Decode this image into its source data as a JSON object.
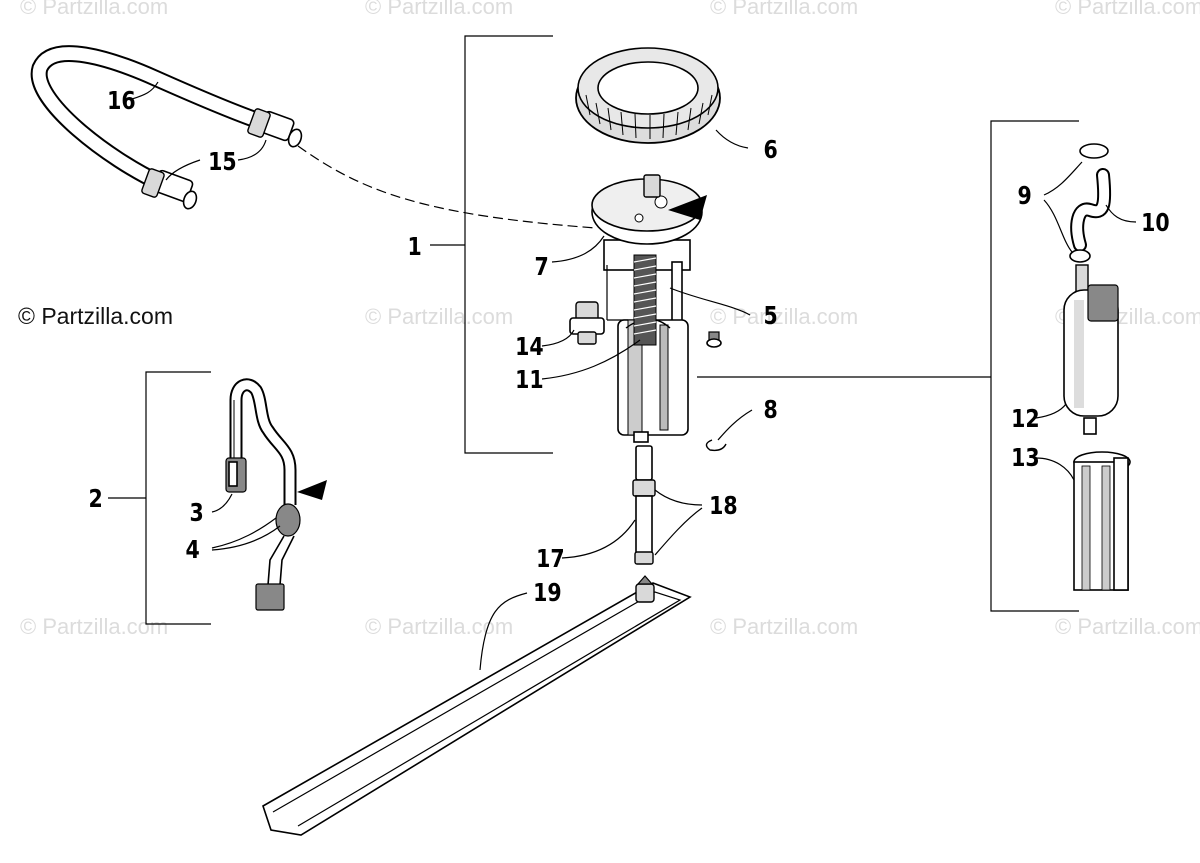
{
  "colors": {
    "ink": "#000000",
    "watermark": "#dcdcdc",
    "background": "#ffffff"
  },
  "watermark_text": "© Partzilla.com",
  "copyright_text": "© Partzilla.com",
  "callouts": {
    "c1": "1",
    "c2": "2",
    "c3": "3",
    "c4": "4",
    "c5": "5",
    "c6": "6",
    "c7": "7",
    "c8": "8",
    "c9": "9",
    "c10": "10",
    "c11": "11",
    "c12": "12",
    "c13": "13",
    "c14": "14",
    "c15": "15",
    "c16": "16",
    "c17": "17",
    "c18": "18",
    "c19": "19"
  }
}
